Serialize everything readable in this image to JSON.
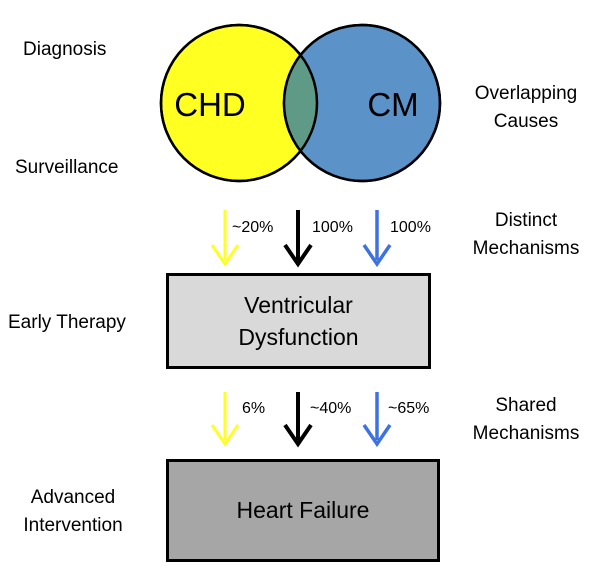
{
  "venn": {
    "left_label": "CHD",
    "right_label": "CM",
    "left_color": "#FFFF22",
    "right_color": "#5B92C8",
    "overlap_color": "#5F9A86"
  },
  "left_labels": {
    "diagnosis": "Diagnosis",
    "surveillance": "Surveillance",
    "early_therapy": "Early Therapy",
    "advanced_line1": "Advanced",
    "advanced_line2": "Intervention"
  },
  "right_labels": {
    "overlapping_line1": "Overlapping",
    "overlapping_line2": "Causes",
    "distinct_line1": "Distinct",
    "distinct_line2": "Mechanisms",
    "shared_line1": "Shared",
    "shared_line2": "Mechanisms"
  },
  "boxes": {
    "ventricular_line1": "Ventricular",
    "ventricular_line2": "Dysfunction",
    "ventricular_fill": "#D9D9D9",
    "heart_failure": "Heart Failure",
    "heart_failure_fill": "#A6A6A6"
  },
  "arrows": {
    "top": [
      {
        "name": "chd",
        "color": "#FFFF22",
        "percent": "~20%"
      },
      {
        "name": "overlap",
        "color": "#000000",
        "percent": "100%"
      },
      {
        "name": "cm",
        "color": "#3D72E0",
        "percent": "100%"
      }
    ],
    "bottom": [
      {
        "name": "chd",
        "color": "#FFFF22",
        "percent": "6%"
      },
      {
        "name": "overlap",
        "color": "#000000",
        "percent": "~40%"
      },
      {
        "name": "cm",
        "color": "#3D72E0",
        "percent": "~65%"
      }
    ]
  }
}
